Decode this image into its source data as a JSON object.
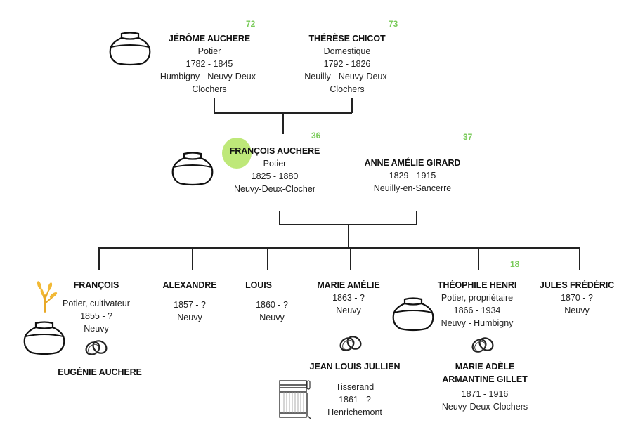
{
  "accent_color": "#7acb5a",
  "highlight_color": "#b7e56a",
  "generation1": [
    {
      "id": "72",
      "name": "JÉRÔME AUCHERE",
      "occupation": "Potier",
      "dates": "1782 - 1845",
      "place_line1": "Humbigny - Neuvy-Deux-",
      "place_line2": "Clochers",
      "icon": "pot-icon"
    },
    {
      "id": "73",
      "name": "THÉRÈSE CHICOT",
      "occupation": "Domestique",
      "dates": "1792 - 1826",
      "place_line1": "Neuilly - Neuvy-Deux-",
      "place_line2": "Clochers"
    }
  ],
  "generation2": [
    {
      "id": "36",
      "name": "FRANÇOIS AUCHERE",
      "occupation": "Potier",
      "dates": "1825 - 1880",
      "place": "Neuvy-Deux-Clocher",
      "icon": "pot-icon",
      "highlighted": true
    },
    {
      "id": "37",
      "name": "ANNE AMÉLIE GIRARD",
      "dates": "1829 - 1915",
      "place": "Neuilly-en-Sancerre"
    }
  ],
  "children": [
    {
      "name": "FRANÇOIS",
      "occupation": "Potier, cultivateur",
      "dates": "1855 - ?",
      "place": "Neuvy",
      "icons": [
        "wheat-icon",
        "pot-icon",
        "wedding-rings-icon"
      ],
      "spouse": {
        "name": "EUGÉNIE AUCHERE"
      }
    },
    {
      "name": "ALEXANDRE",
      "dates": "1857 - ?",
      "place": "Neuvy"
    },
    {
      "name": "LOUIS",
      "dates": "1860 - ?",
      "place": "Neuvy"
    },
    {
      "name": "MARIE AMÉLIE",
      "dates": "1863 - ?",
      "place": "Neuvy",
      "icons": [
        "wedding-rings-icon"
      ],
      "spouse": {
        "name": "JEAN LOUIS JULLIEN",
        "occupation": "Tisserand",
        "dates": "1861 - ?",
        "place": "Henrichemont",
        "icon": "loom-icon"
      }
    },
    {
      "id": "18",
      "name": "THÉOPHILE HENRI",
      "occupation": "Potier, propriétaire",
      "dates": "1866 - 1934",
      "place": "Neuvy - Humbigny",
      "icons": [
        "pot-icon",
        "wedding-rings-icon"
      ],
      "spouse": {
        "name_line1": "MARIE ADÈLE",
        "name_line2": "ARMANTINE GILLET",
        "dates": "1871 - 1916",
        "place": "Neuvy-Deux-Clochers"
      }
    },
    {
      "name": "JULES FRÉDÉRIC",
      "dates": "1870 - ?",
      "place": "Neuvy"
    }
  ]
}
